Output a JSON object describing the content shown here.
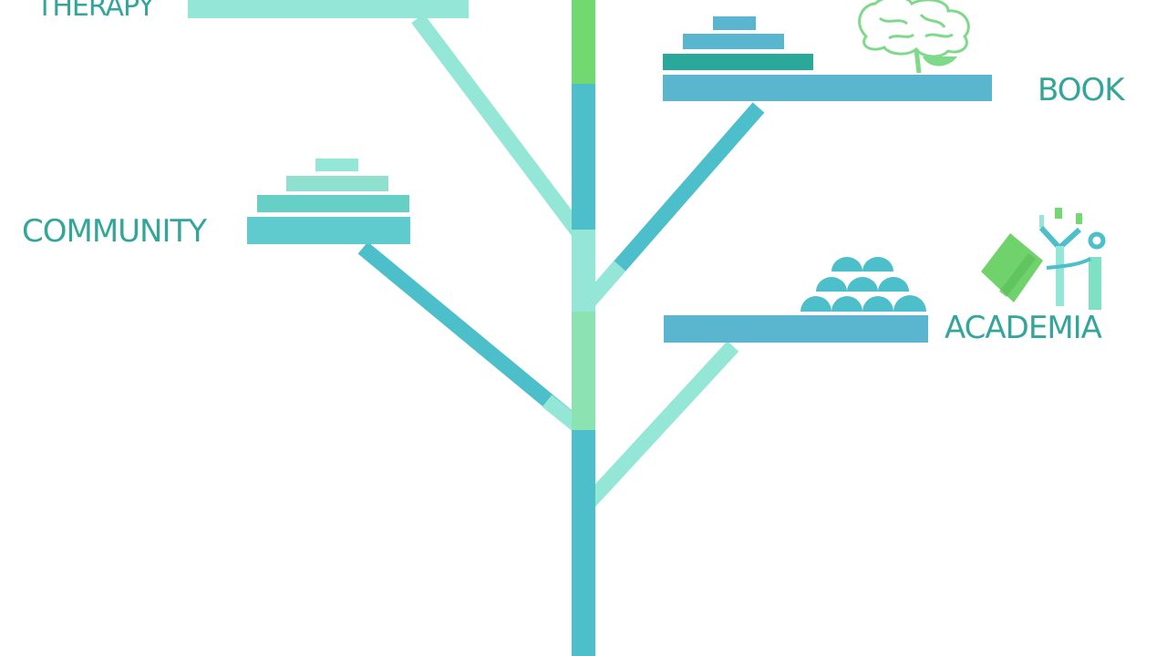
{
  "labels": {
    "therapy": "THERAPY",
    "book": "BOOK",
    "community": "COMMUNITY",
    "academia": "ACADEMIA"
  },
  "colors": {
    "teal": "#4dbfca",
    "shelf_blue": "#5ab5cf",
    "mint": "#94e6d6",
    "green": "#72d870",
    "dark_teal": "#2aa89a",
    "label_text": "#33a59a",
    "brain_stroke": "#7fd98a",
    "book_green": "#6fd26b"
  },
  "icons": {
    "brain": "brain-tree-icon",
    "book": "green-book-icon",
    "person": "graduate-figure-icon",
    "stones": "stacked-stones-icon",
    "books": "stacked-books-icon"
  }
}
